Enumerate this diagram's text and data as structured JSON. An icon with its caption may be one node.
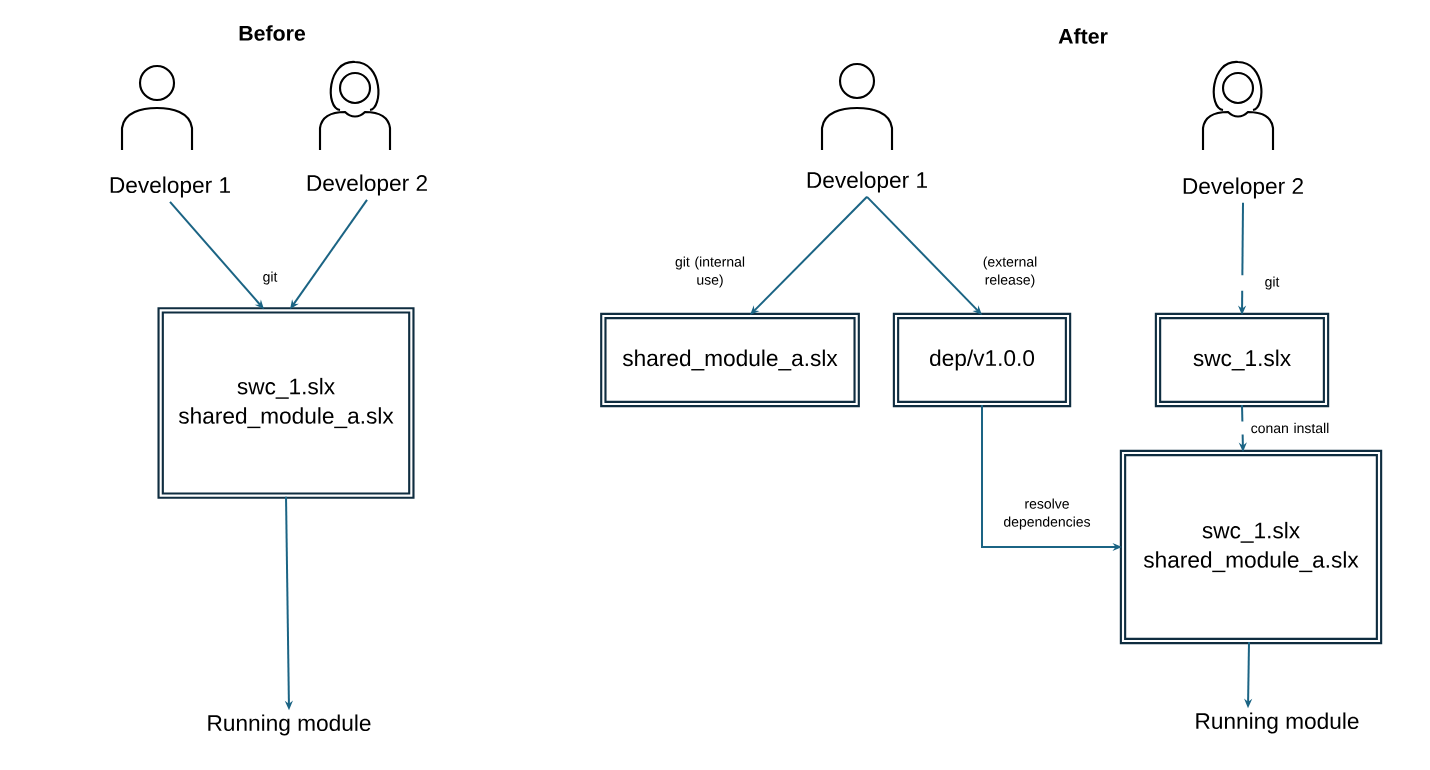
{
  "diagram": {
    "nodes": [
      {
        "text": [
          "Developer 1"
        ]
      },
      {
        "text": [
          "Developer 2"
        ]
      },
      {
        "text": [
          "swc_1.slx",
          "shared_module_a.slx"
        ]
      },
      {
        "text": [
          "Running module"
        ]
      },
      {
        "text": [
          "Developer 1"
        ]
      },
      {
        "text": [
          "Developer 2"
        ]
      },
      {
        "text": [
          "shared_module_a.slx"
        ]
      },
      {
        "text": [
          "dep/v1.0.0"
        ]
      },
      {
        "text": [
          "swc_1.slx"
        ]
      },
      {
        "text": [
          "swc_1.slx",
          "shared_module_a.slx"
        ]
      },
      {
        "text": [
          "Running module"
        ]
      }
    ],
    "edges": [
      {
        "from": 0,
        "to": 2,
        "arrow": "to"
      },
      {
        "from": 1,
        "to": 2,
        "arrow": "to"
      },
      {
        "from": 2,
        "to": 3,
        "arrow": "to"
      },
      {
        "from": 4,
        "to": 6,
        "arrow": "to",
        "label": "git (internal use)"
      },
      {
        "from": 4,
        "to": 7,
        "arrow": "to",
        "label": "(external release)"
      },
      {
        "from": 5,
        "to": 8,
        "arrow": "to",
        "label": "git"
      },
      {
        "from": 8,
        "to": 9,
        "arrow": "to",
        "label": "conan install"
      },
      {
        "from": 7,
        "to": 9,
        "arrow": "to",
        "label": "resolve dependencies"
      },
      {
        "from": 9,
        "to": 10,
        "arrow": "to"
      }
    ],
    "labels": [
      "Before",
      "After",
      "git"
    ]
  }
}
